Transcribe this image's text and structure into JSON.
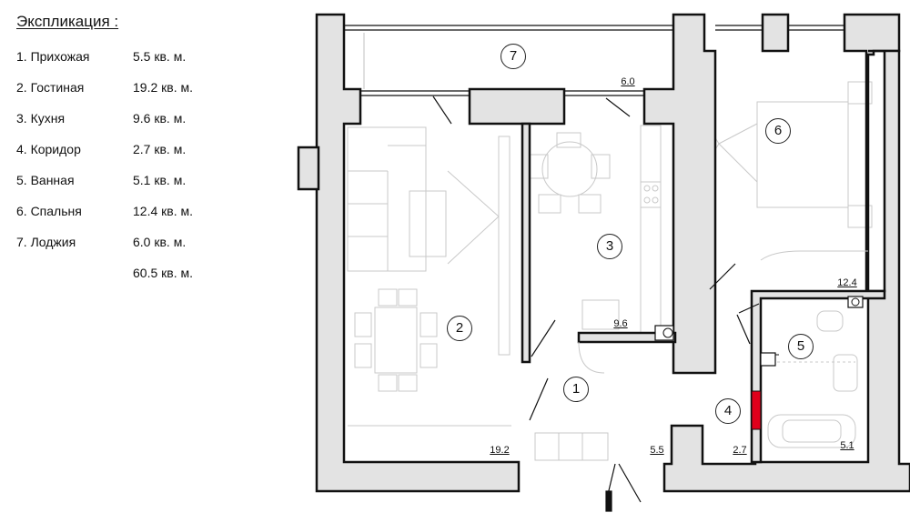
{
  "legend": {
    "title": "Экспликация :",
    "items": [
      {
        "name": "1. Прихожая",
        "area": "5.5 кв. м."
      },
      {
        "name": "2. Гостиная",
        "area": "19.2 кв. м."
      },
      {
        "name": "3. Кухня",
        "area": "9.6 кв. м."
      },
      {
        "name": "4. Коридор",
        "area": "2.7 кв. м."
      },
      {
        "name": "5. Ванная",
        "area": "5.1 кв. м."
      },
      {
        "name": "6. Спальня",
        "area": "12.4 кв. м."
      },
      {
        "name": "7. Лоджия",
        "area": "6.0 кв. м."
      }
    ],
    "total": "60.5 кв. м."
  },
  "rooms": [
    {
      "number": "1",
      "area": "5.5"
    },
    {
      "number": "2",
      "area": "19.2"
    },
    {
      "number": "3",
      "area": "9.6"
    },
    {
      "number": "4",
      "area": "2.7"
    },
    {
      "number": "5",
      "area": "5.1"
    },
    {
      "number": "6",
      "area": "12.4"
    },
    {
      "number": "7",
      "area": "6.0"
    }
  ],
  "colors": {
    "wall_fill": "#e3e3e3",
    "wall_stroke": "#111111",
    "furniture": "#c9c9c9",
    "highlight": "#e0001b"
  }
}
